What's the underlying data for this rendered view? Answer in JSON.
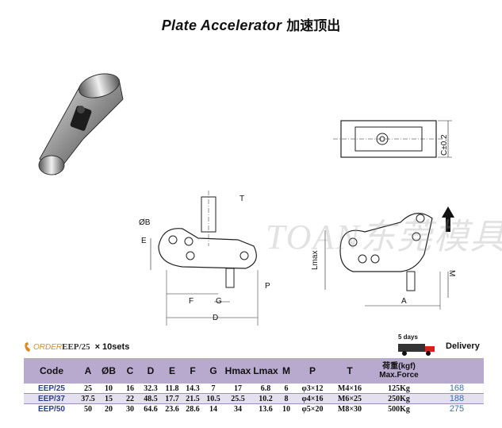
{
  "title": {
    "en": "Plate Accelerator",
    "zh": "加速顶出"
  },
  "watermark": "TOAN东莞模具",
  "dims": {
    "c_tol": "C±0.2",
    "T": "T",
    "B": "ØB",
    "E": "E",
    "F": "F",
    "G": "G",
    "D": "D",
    "P": "P",
    "Lmax": "Lmax",
    "A": "A",
    "M": "M"
  },
  "order": {
    "prefix": "ORDER",
    "code": "EEP/25",
    "qty": "× 10sets"
  },
  "delivery": {
    "days": "5 days",
    "label": "Delivery"
  },
  "colors": {
    "header_bg": "#b8a9cf",
    "row_alt": "#e4e0ee",
    "code_text": "#2a3f8a",
    "ref_text": "#3b6fb6"
  },
  "table": {
    "headers": [
      "Code",
      "A",
      "ØB",
      "C",
      "D",
      "E",
      "F",
      "G",
      "Hmax",
      "Lmax",
      "M",
      "P",
      "T",
      "荷重(kgf)\nMax.Force",
      ""
    ],
    "rows": [
      [
        "EEP/25",
        "25",
        "10",
        "16",
        "32.3",
        "11.8",
        "14.3",
        "7",
        "17",
        "6.8",
        "6",
        "φ3×12",
        "M4×16",
        "125Kg",
        "168"
      ],
      [
        "EEP/37",
        "37.5",
        "15",
        "22",
        "48.5",
        "17.7",
        "21.5",
        "10.5",
        "25.5",
        "10.2",
        "8",
        "φ4×16",
        "M6×25",
        "250Kg",
        "188"
      ],
      [
        "EEP/50",
        "50",
        "20",
        "30",
        "64.6",
        "23.6",
        "28.6",
        "14",
        "34",
        "13.6",
        "10",
        "φ5×20",
        "M8×30",
        "500Kg",
        "275"
      ]
    ]
  }
}
